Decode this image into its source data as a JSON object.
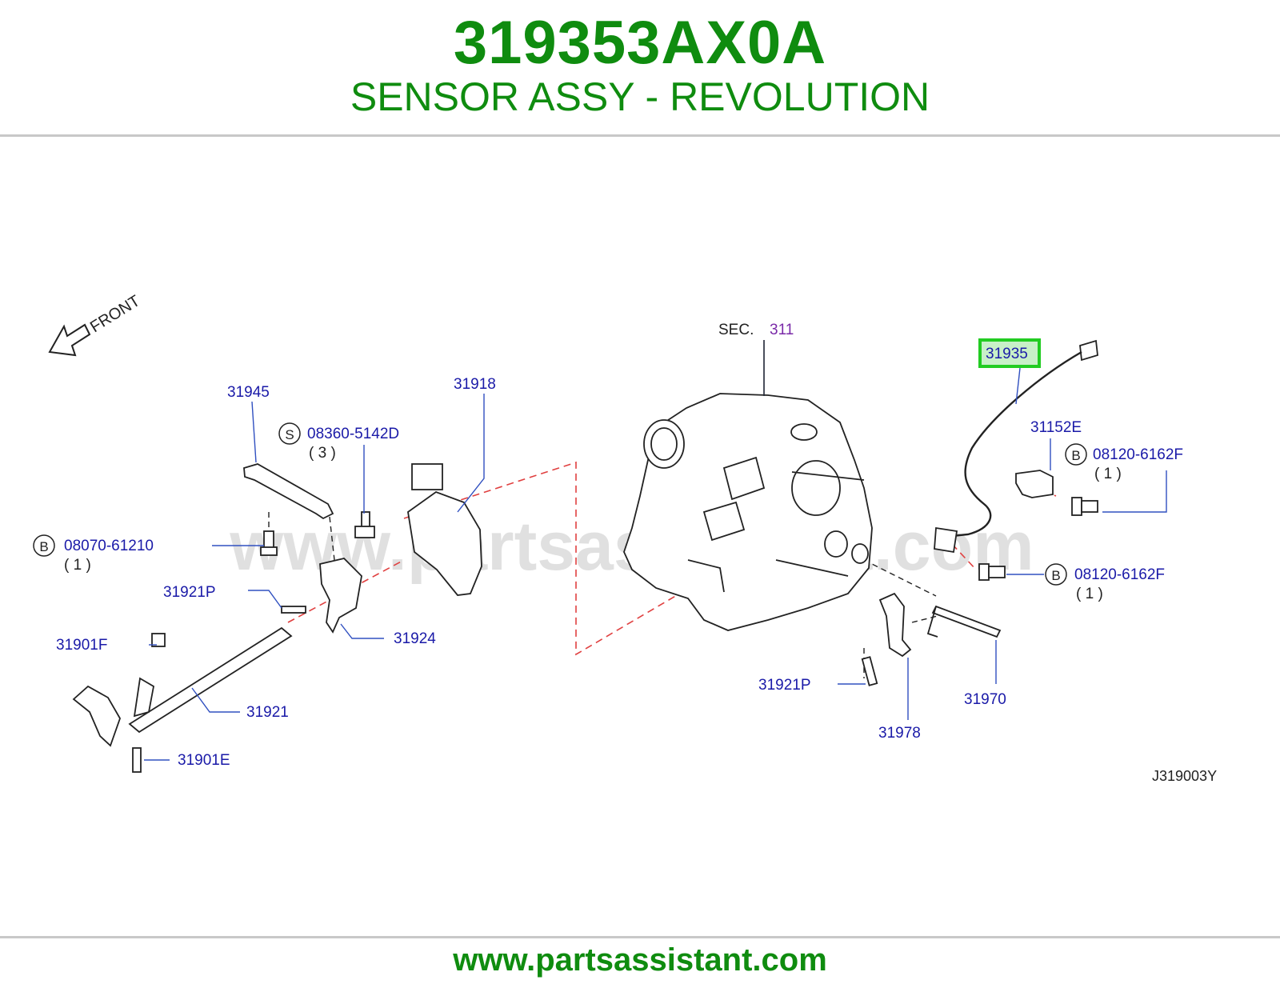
{
  "header": {
    "part_number": "319353AX0A",
    "description": "SENSOR ASSY - REVOLUTION"
  },
  "diagram": {
    "watermark": "www.partsassistant.com",
    "front_label": "FRONT",
    "section_prefix": "SEC.",
    "section_number": "311",
    "drawing_code": "J319003Y",
    "highlight_color": "#22cc22",
    "callout_color": "#1a1aa8",
    "section_color": "#7a2aa8",
    "callouts": {
      "c31935": "31935",
      "c31945": "31945",
      "c31918": "31918",
      "c08360": "08360-5142D",
      "c08360_qty": "( 3 )",
      "c08070": "08070-61210",
      "c08070_qty": "( 1 )",
      "c31921p_left": "31921P",
      "c31924": "31924",
      "c31901f": "31901F",
      "c31921": "31921",
      "c31901e": "31901E",
      "c31152e": "31152E",
      "c08120_top": "08120-6162F",
      "c08120_top_qty": "( 1 )",
      "c08120_bottom": "08120-6162F",
      "c08120_bottom_qty": "( 1 )",
      "c31921p_right": "31921P",
      "c31978": "31978",
      "c31970": "31970"
    },
    "badges": {
      "s": "S",
      "b_left": "B",
      "b_top": "B",
      "b_bottom": "B"
    }
  },
  "footer": {
    "url": "www.partsassistant.com"
  }
}
